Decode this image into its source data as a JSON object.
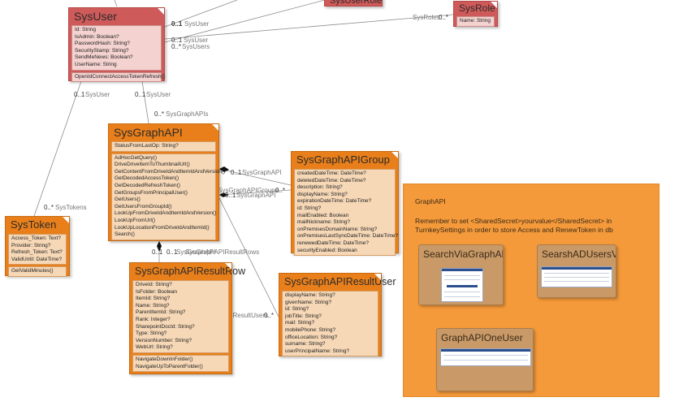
{
  "classes": {
    "sys_user": {
      "name": "SysUser",
      "attributes": [
        "Id: String",
        "IsAdmin: Boolean?",
        "PasswordHash: String?",
        "SecurityStamp: String?",
        "SendMeNews: Boolean?",
        "UserName: String"
      ],
      "operations": [
        "OpenIdConnectAccessTokenRefresh()"
      ]
    },
    "sys_role": {
      "name": "SysRole",
      "attributes": [
        "Name: String"
      ]
    },
    "sys_user_role": {
      "name": "SysUserRole"
    },
    "sys_token": {
      "name": "SysToken",
      "attributes": [
        "Access_Token: Text?",
        "Provider: String?",
        "Refresh_Token: Text?",
        "ValidUntil: DateTime?"
      ],
      "operations": [
        "GetValidMinutes()"
      ]
    },
    "sys_graph_api": {
      "name": "SysGraphAPI",
      "attributes": [
        "StatusFromLastOp: String?"
      ],
      "operations": [
        "AdHocGetQuery()",
        "DriveDriveItemToThumbnailUrl()",
        "GetContentFromDriveIdAndItemIdAndVersion()",
        "GetDecodedAccessToken()",
        "GetDecodedRefreshToken()",
        "GetGroupsFromPrincipalUser()",
        "GetUsers()",
        "GetUsersFromGroupId()",
        "LookUpFromDriveIdAndItemIdAndVersion()",
        "LookUpFromUrl()",
        "LookUpLocationFromDriveIdAndItemId()",
        "Search()"
      ]
    },
    "sys_graph_api_group": {
      "name": "SysGraphAPIGroup",
      "attributes": [
        "createdDateTime: DateTime?",
        "deletedDateTime: DateTime?",
        "description: String?",
        "displayName: String?",
        "expirationDateTime: DateTime?",
        "id: String?",
        "mailEnabled: Boolean",
        "mailNickname: String?",
        "onPremisesDomainName: String?",
        "onPremisesLastSyncDateTime: DateTime?",
        "renewedDateTime: DateTime?",
        "securityEnabled: Boolean"
      ]
    },
    "sys_graph_api_result_row": {
      "name": "SysGraphAPIResultRow",
      "attributes": [
        "DriveId: String?",
        "IsFolder: Boolean",
        "ItemId: String?",
        "Name: String?",
        "ParentItemId: String?",
        "Rank: Integer?",
        "SharepointDocId: String?",
        "Type: String?",
        "VersionNumber: String?",
        "WebUrl: String?"
      ],
      "operations": [
        "NavigateDownInFolder()",
        "NavigateUpToParentFolder()"
      ]
    },
    "sys_graph_api_result_user": {
      "name": "SysGraphAPIResultUser",
      "attributes": [
        "displayName: String?",
        "givenName: String?",
        "id: String?",
        "jobTitle: String?",
        "mail: String?",
        "mobilePhone: String?",
        "officeLocation: String?",
        "surname: String?",
        "userPrincipalName: String?"
      ]
    }
  },
  "labels": {
    "sysuser_top_mult": "0..1",
    "sysuser_top_role": "SysUser",
    "sysuser_mid_mult": "0..1",
    "sysuser_mid_role": "SysUser",
    "sysuser_mid2_mult": "0..*",
    "sysuser_mid2_role": "SysUsers",
    "sysroles_role": "SysRoles",
    "sysroles_mult": "0..*",
    "token_user_mult": "0..1",
    "token_user_role": "SysUser",
    "api_user_mult": "0..1",
    "api_user_role": "SysUser",
    "graphapis_mult": "0..*",
    "graphapis_role": "SysGraphAPIs",
    "tokens_mult": "0..*",
    "tokens_role": "SysTokens",
    "group_api1_mult": "0..1",
    "group_api1_role": "SysGraphAPI",
    "group_api2_mult": "0..1",
    "group_api2_role": "SysGraphAPI",
    "groups_role": "SysGraphAPIGroups",
    "groups_mult": "0..*",
    "row_api_mult1": "0..1",
    "row_api_mult2": "0..1",
    "row_api_role": "SysGraphAPI",
    "result_rows_role": "SysGraphAPIResultRows",
    "result_users_role": "SysGraphAPIResultUsers",
    "result_users_mult": "0..*"
  },
  "note": {
    "title": "GraphAPI",
    "line1": "Remember to set <SharedSecret>yourvalue</SharedSecret> in",
    "line2": "TurnkeySettings in order to store Access and RenewToken in db"
  },
  "thumbnails": {
    "search_via": "SearchViaGraphAPI",
    "search_ad": "SearshADUsersVia",
    "one_user": "GraphAPIOneUser"
  }
}
